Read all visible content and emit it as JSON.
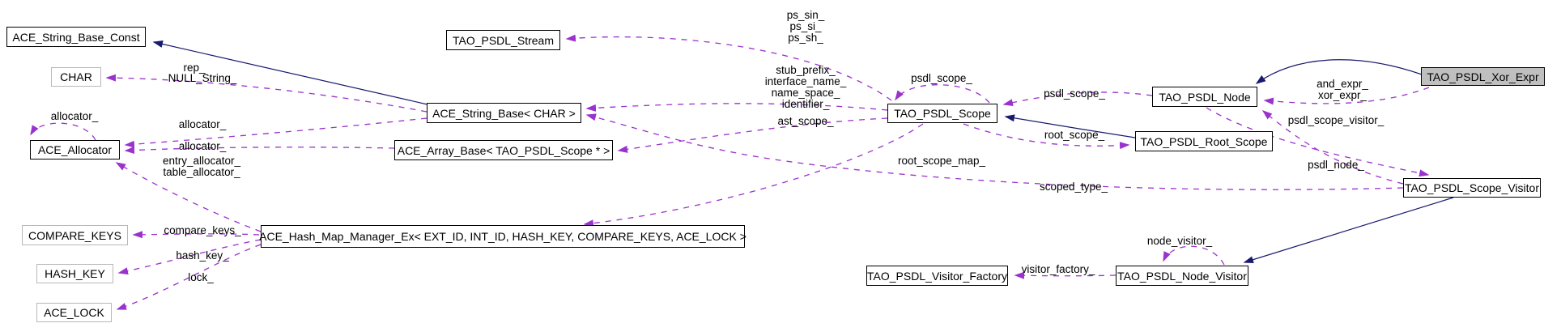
{
  "diagram": {
    "type": "doxygen-collaboration-graph",
    "current_class": "TAO_PSDL_Xor_Expr",
    "colors": {
      "background": "#ffffff",
      "inheritance_edge": "#191970",
      "usage_edge": "#9a32cd",
      "node_border": "#000000",
      "param_node_border": "#b8b8b8",
      "current_node_fill": "#bfbfbf"
    },
    "nodes": [
      {
        "label": "ACE_String_Base_Const"
      },
      {
        "label": "CHAR"
      },
      {
        "label": "ACE_Allocator"
      },
      {
        "label": "COMPARE_KEYS"
      },
      {
        "label": "HASH_KEY"
      },
      {
        "label": "ACE_LOCK"
      },
      {
        "label": "TAO_PSDL_Stream"
      },
      {
        "label": "ACE_String_Base< CHAR >"
      },
      {
        "label": "ACE_Array_Base< TAO_PSDL_Scope * >"
      },
      {
        "label": "ACE_Hash_Map_Manager_Ex< EXT_ID, INT_ID, HASH_KEY, COMPARE_KEYS, ACE_LOCK >"
      },
      {
        "label": "TAO_PSDL_Scope"
      },
      {
        "label": "TAO_PSDL_Node"
      },
      {
        "label": "TAO_PSDL_Root_Scope"
      },
      {
        "label": "TAO_PSDL_Xor_Expr"
      },
      {
        "label": "TAO_PSDL_Scope_Visitor"
      },
      {
        "label": "TAO_PSDL_Visitor_Factory"
      },
      {
        "label": "TAO_PSDL_Node_Visitor"
      }
    ],
    "edge_labels": [
      {
        "text": "rep_"
      },
      {
        "text": "NULL_String_"
      },
      {
        "text": "allocator_"
      },
      {
        "text": "allocator_"
      },
      {
        "text": "allocator_"
      },
      {
        "text": "entry_allocator_"
      },
      {
        "text": "table_allocator_"
      },
      {
        "text": "compare_keys_"
      },
      {
        "text": "hash_key_"
      },
      {
        "text": "lock_"
      },
      {
        "text": "ps_sin_"
      },
      {
        "text": "ps_si_"
      },
      {
        "text": "ps_sh_"
      },
      {
        "text": "stub_prefix_"
      },
      {
        "text": "interface_name_"
      },
      {
        "text": "name_space_"
      },
      {
        "text": "identifier_"
      },
      {
        "text": "ast_scope_"
      },
      {
        "text": "psdl_scope_"
      },
      {
        "text": "psdl_scope_"
      },
      {
        "text": "root_scope_"
      },
      {
        "text": "root_scope_map_"
      },
      {
        "text": "scoped_type_"
      },
      {
        "text": "and_expr_"
      },
      {
        "text": "xor_expr_"
      },
      {
        "text": "psdl_scope_visitor_"
      },
      {
        "text": "psdl_node_"
      },
      {
        "text": "node_visitor_"
      },
      {
        "text": "visitor_factory_"
      }
    ],
    "edges": [
      {
        "from": "ACE_String_Base< CHAR >",
        "to": "ACE_String_Base_Const",
        "kind": "inheritance"
      },
      {
        "from": "TAO_PSDL_Root_Scope",
        "to": "TAO_PSDL_Scope",
        "kind": "inheritance"
      },
      {
        "from": "TAO_PSDL_Xor_Expr",
        "to": "TAO_PSDL_Node",
        "kind": "inheritance"
      },
      {
        "from": "TAO_PSDL_Scope_Visitor",
        "to": "TAO_PSDL_Node_Visitor",
        "kind": "inheritance"
      },
      {
        "from": "ACE_String_Base< CHAR >",
        "to": "CHAR",
        "kind": "usage",
        "label": "rep_ NULL_String_"
      },
      {
        "from": "ACE_Allocator",
        "to": "ACE_Allocator",
        "kind": "usage",
        "label": "allocator_"
      },
      {
        "from": "ACE_String_Base< CHAR >",
        "to": "ACE_Allocator",
        "kind": "usage",
        "label": "allocator_"
      },
      {
        "from": "ACE_Array_Base< TAO_PSDL_Scope * >",
        "to": "ACE_Allocator",
        "kind": "usage",
        "label": "allocator_"
      },
      {
        "from": "ACE_Hash_Map_Manager_Ex",
        "to": "ACE_Allocator",
        "kind": "usage",
        "label": "entry_allocator_ table_allocator_"
      },
      {
        "from": "ACE_Hash_Map_Manager_Ex",
        "to": "COMPARE_KEYS",
        "kind": "usage",
        "label": "compare_keys_"
      },
      {
        "from": "ACE_Hash_Map_Manager_Ex",
        "to": "HASH_KEY",
        "kind": "usage",
        "label": "hash_key_"
      },
      {
        "from": "ACE_Hash_Map_Manager_Ex",
        "to": "ACE_LOCK",
        "kind": "usage",
        "label": "lock_"
      },
      {
        "from": "TAO_PSDL_Scope",
        "to": "TAO_PSDL_Stream",
        "kind": "usage",
        "label": "ps_sin_ ps_si_ ps_sh_"
      },
      {
        "from": "TAO_PSDL_Scope",
        "to": "TAO_PSDL_Scope",
        "kind": "usage",
        "label": "psdl_scope_"
      },
      {
        "from": "TAO_PSDL_Scope",
        "to": "ACE_String_Base< CHAR >",
        "kind": "usage",
        "label": "stub_prefix_ interface_name_ name_space_ identifier_"
      },
      {
        "from": "TAO_PSDL_Scope",
        "to": "ACE_Array_Base< TAO_PSDL_Scope * >",
        "kind": "usage",
        "label": "ast_scope_"
      },
      {
        "from": "TAO_PSDL_Scope",
        "to": "ACE_Hash_Map_Manager_Ex",
        "kind": "usage",
        "label": "root_scope_map_"
      },
      {
        "from": "TAO_PSDL_Node",
        "to": "TAO_PSDL_Scope",
        "kind": "usage",
        "label": "psdl_scope_"
      },
      {
        "from": "TAO_PSDL_Scope",
        "to": "TAO_PSDL_Root_Scope",
        "kind": "usage",
        "label": "root_scope_"
      },
      {
        "from": "TAO_PSDL_Xor_Expr",
        "to": "TAO_PSDL_Node",
        "kind": "usage",
        "label": "and_expr_ xor_expr_"
      },
      {
        "from": "TAO_PSDL_Node",
        "to": "TAO_PSDL_Scope_Visitor",
        "kind": "usage",
        "label": "psdl_scope_visitor_"
      },
      {
        "from": "TAO_PSDL_Scope_Visitor",
        "to": "TAO_PSDL_Node",
        "kind": "usage",
        "label": "psdl_node_"
      },
      {
        "from": "TAO_PSDL_Scope_Visitor",
        "to": "ACE_String_Base< CHAR >",
        "kind": "usage",
        "label": "scoped_type_"
      },
      {
        "from": "TAO_PSDL_Node_Visitor",
        "to": "TAO_PSDL_Node_Visitor",
        "kind": "usage",
        "label": "node_visitor_"
      },
      {
        "from": "TAO_PSDL_Node_Visitor",
        "to": "TAO_PSDL_Visitor_Factory",
        "kind": "usage",
        "label": "visitor_factory_"
      }
    ]
  }
}
